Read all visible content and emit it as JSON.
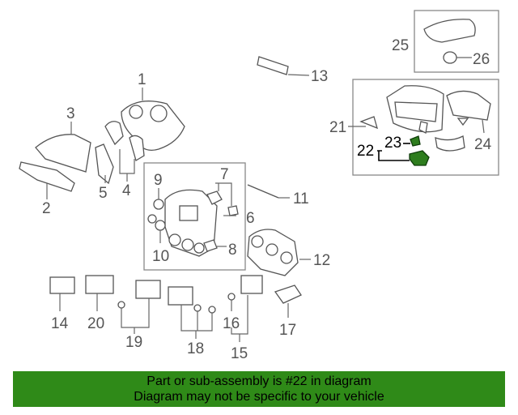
{
  "diagram": {
    "callouts": [
      "1",
      "2",
      "3",
      "4",
      "5",
      "6",
      "7",
      "8",
      "9",
      "10",
      "11",
      "12",
      "13",
      "14",
      "15",
      "16",
      "17",
      "18",
      "19",
      "20",
      "21",
      "22",
      "23",
      "24",
      "25",
      "26"
    ],
    "highlight_color": "#2e7d1e"
  },
  "banner": {
    "line1": "Part or sub-assembly is #22 in diagram",
    "line2": "Diagram may not be specific to your vehicle",
    "background": "#2f8a18"
  }
}
